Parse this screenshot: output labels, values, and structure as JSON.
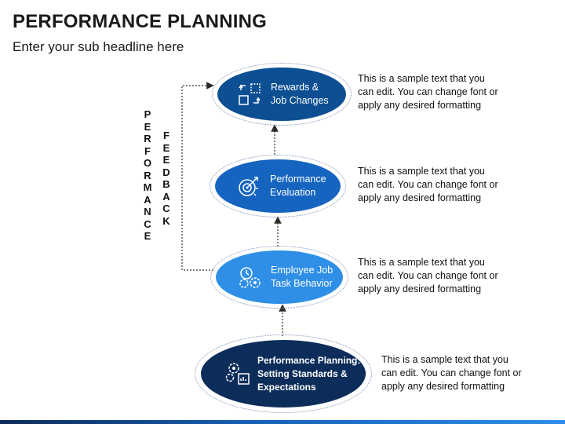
{
  "header": {
    "title": "PERFORMANCE PLANNING",
    "subtitle": "Enter your sub headline here"
  },
  "vertical_labels": {
    "performance": [
      "P",
      "E",
      "R",
      "F",
      "O",
      "R",
      "M",
      "A",
      "N",
      "C",
      "E"
    ],
    "feedback": [
      "F",
      "E",
      "E",
      "D",
      "B",
      "A",
      "C",
      "K"
    ]
  },
  "steps": [
    {
      "line1": "Rewards &",
      "line2": "Job Changes",
      "icon": "arrows-cycle-icon",
      "color": "#0d4f93",
      "desc": [
        "This is a sample text that you",
        "can edit. You can change font or",
        "apply any desired formatting"
      ]
    },
    {
      "line1": "Performance",
      "line2": "Evaluation",
      "icon": "target-gear-icon",
      "color": "#1565c0",
      "desc": [
        "This is a sample text that you",
        "can edit. You can change font or",
        "apply any desired formatting"
      ]
    },
    {
      "line1": "Employee Job",
      "line2": "Task Behavior",
      "icon": "gears-head-icon",
      "color": "#2f8fe6",
      "desc": [
        "This is a sample text that you",
        "can edit. You can change font or",
        "apply any desired formatting"
      ]
    },
    {
      "line1": "Performance Planning:",
      "line2": "Setting Standards &",
      "line3": "Expectations",
      "icon": "planning-gears-icon",
      "color": "#0c2d5a",
      "desc": [
        "This is a sample text that you",
        "can edit. You can change font or",
        "apply any desired formatting"
      ]
    }
  ]
}
